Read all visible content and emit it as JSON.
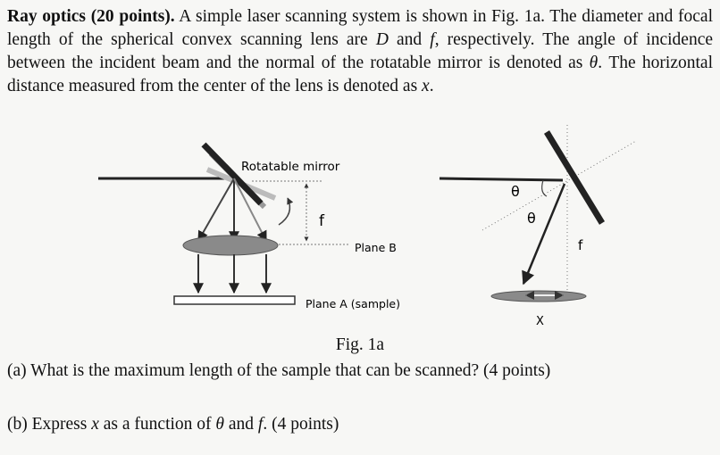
{
  "problem": {
    "title": "Ray optics (20 points).",
    "s1": "A simple laser scanning system is shown in Fig. 1a. The diameter and focal length of the spherical convex scanning lens are ",
    "var_D": "D",
    "s2": " and ",
    "var_f": "f",
    "s3": ", respectively. The angle of incidence between the incident beam and the normal of the rotatable mirror is denoted as ",
    "var_theta": "θ",
    "s4": ". The horizontal distance measured from the center of the lens is denoted as ",
    "var_x": "x",
    "s5": "."
  },
  "figure": {
    "left": {
      "mirror_label": "Rotatable mirror",
      "f_label": "f",
      "plane_b_label": "Plane B",
      "plane_a_label": "Plane A (sample)"
    },
    "right": {
      "theta_upper": "θ",
      "theta_lower": "θ",
      "f_label": "f",
      "x_label": "X"
    },
    "caption": "Fig. 1a"
  },
  "questions": {
    "a": {
      "text": "(a) What is the maximum length of the sample that can be scanned? (4 points)"
    },
    "b": {
      "p1": "(b) Express ",
      "var_x": "x",
      "p2": " as a function of ",
      "var_theta": "θ",
      "p3": " and ",
      "var_f": "f",
      "p4": ". (4 points)"
    }
  }
}
